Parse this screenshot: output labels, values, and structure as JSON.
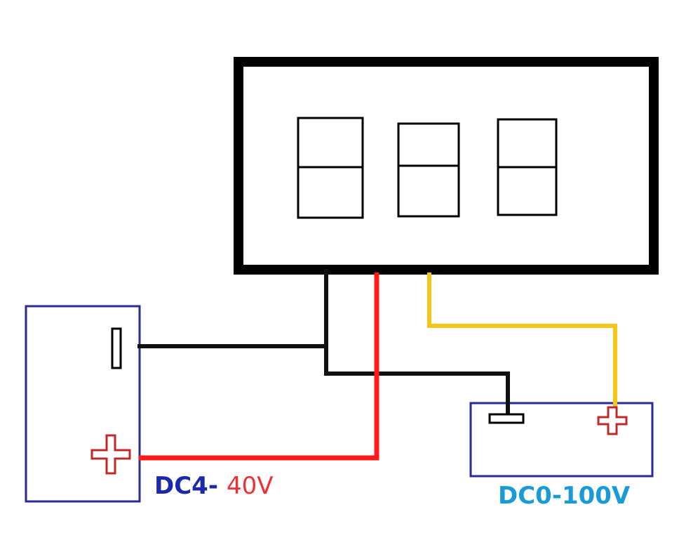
{
  "labels": {
    "supply_left_prefix": "DC4-",
    "supply_left_suffix": "40V",
    "measured_right": "DC0-100V"
  },
  "meter": {
    "digit_count": 3
  },
  "colors": {
    "meter_frame": "#000000",
    "wire_ground": "#111111",
    "wire_power": "#ff1a1a",
    "wire_signal": "#f5c518",
    "supply_box": "#2a2a9a",
    "plus_symbol": "#c0282a",
    "label_dark_blue": "#1a2aa8",
    "label_red": "#f03030",
    "label_light_blue": "#1a9ad6"
  },
  "icons": {
    "left_minus_terminal": "minus-terminal-icon",
    "left_plus_terminal": "plus-terminal-icon",
    "right_minus_terminal": "minus-terminal-icon",
    "right_plus_terminal": "plus-terminal-icon"
  }
}
